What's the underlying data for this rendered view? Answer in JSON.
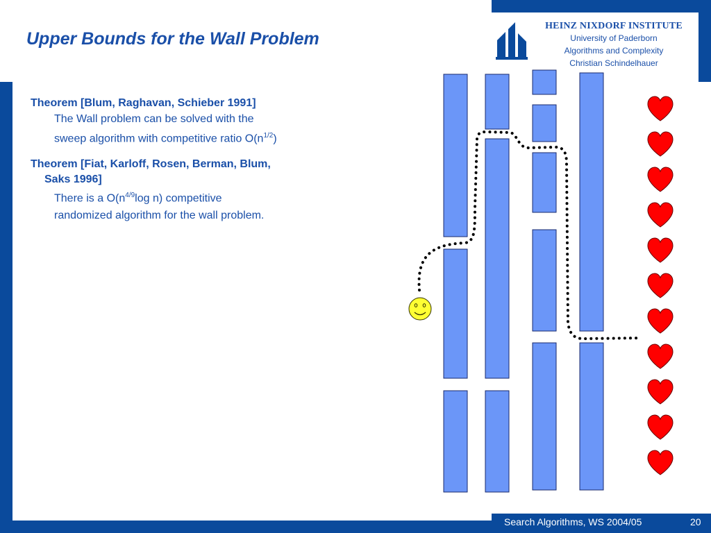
{
  "slide": {
    "title": "Upper Bounds for the Wall Problem",
    "institute": {
      "name": "HEINZ NIXDORF INSTITUTE",
      "line1": "University of Paderborn",
      "line2": "Algorithms and Complexity",
      "line3": "Christian Schindelhauer"
    },
    "theorem1": {
      "heading": "Theorem [Blum, Raghavan, Schieber 1991]",
      "body1": "The Wall problem can be solved with the",
      "body2_pre": "sweep algorithm with competitive ratio O(n",
      "body2_sup": "1/2",
      "body2_post": ")"
    },
    "theorem2": {
      "heading1": "Theorem [Fiat, Karloff, Rosen, Berman, Blum,",
      "heading2": "Saks 1996]",
      "body1_pre": "There is a O(n",
      "body1_sup": "4/9",
      "body1_post": "log n) competitive",
      "body2": "randomized algorithm for the wall problem."
    },
    "footer": {
      "course": "Search Algorithms, WS 2004/05",
      "page": "20"
    }
  },
  "colors": {
    "brand": "#0a4a9c",
    "title": "#1a4fa8",
    "wall": "#6b96f8",
    "heart": "#ff0000",
    "smiley": "#ffff33"
  },
  "icons": [
    "university-logo-icon",
    "smiley-icon",
    "heart-icon"
  ]
}
